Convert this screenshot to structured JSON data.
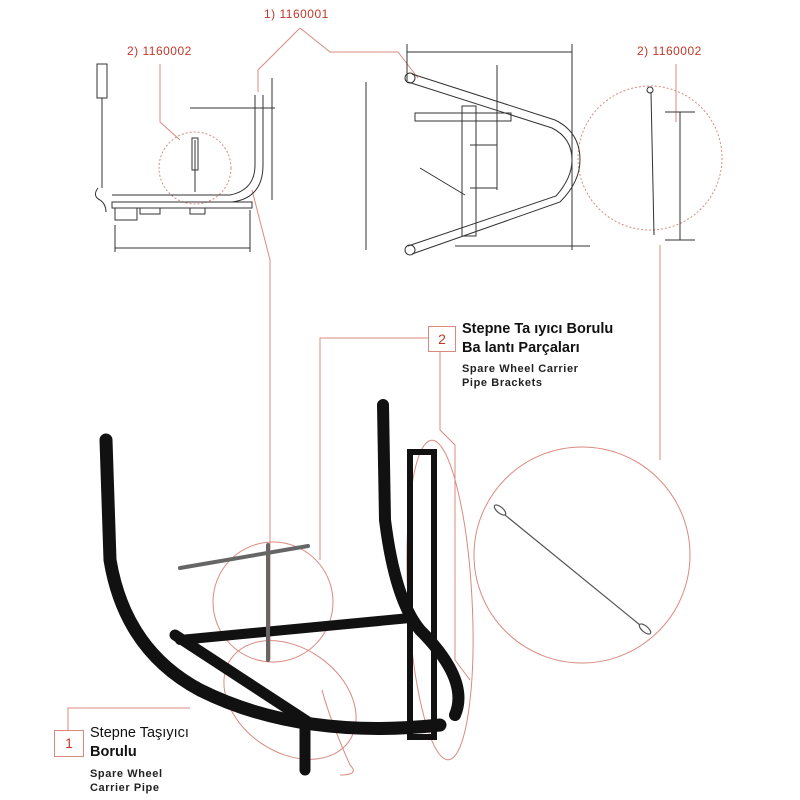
{
  "references": {
    "main_part": "1) 1160001",
    "bracket_part_left": "2) 1160002",
    "bracket_part_right": "2) 1160002"
  },
  "callouts": [
    {
      "number": "1",
      "title_line1": "Stepne Taşıyıcı",
      "title_line2": "Borulu",
      "subtitle_line1": "Spare Wheel",
      "subtitle_line2": "Carrier Pipe"
    },
    {
      "number": "2",
      "title_line1": "Stepne Ta ıyıcı Borulu",
      "title_line2": "Ba lantı Parçaları",
      "subtitle_line1": "Spare Wheel Carrier",
      "subtitle_line2": "Pipe Brackets"
    }
  ],
  "colors": {
    "accent": "#c0392b",
    "leader": "#d98a80",
    "frame": "#111111"
  }
}
